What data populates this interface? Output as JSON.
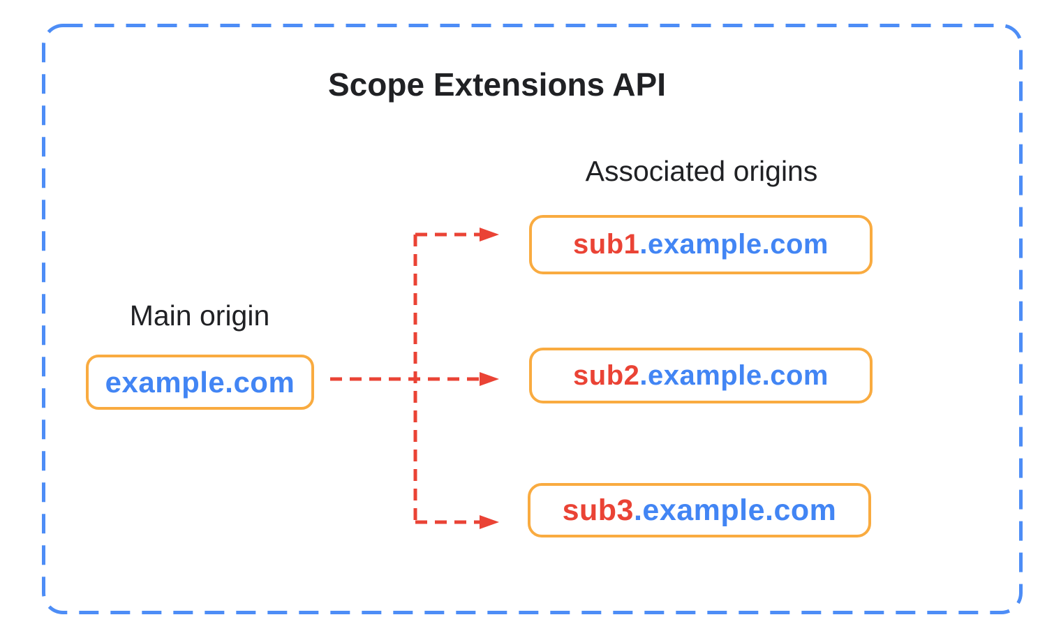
{
  "title": "Scope Extensions API",
  "main_origin": {
    "label": "Main origin",
    "domain": "example.com"
  },
  "associated_origins": {
    "label": "Associated origins",
    "items": [
      {
        "sub": "sub1",
        "rest": ".example.com"
      },
      {
        "sub": "sub2",
        "rest": ".example.com"
      },
      {
        "sub": "sub3",
        "rest": ".example.com"
      }
    ]
  },
  "connections": [
    {
      "from": "example.com",
      "to": "sub1.example.com"
    },
    {
      "from": "example.com",
      "to": "sub2.example.com"
    },
    {
      "from": "example.com",
      "to": "sub3.example.com"
    }
  ],
  "colors": {
    "outer_border_blue": "#4D8DF6",
    "box_border_orange": "#F9AB40",
    "domain_blue": "#4285F4",
    "subdomain_red": "#EA4335",
    "arrow_red": "#EA4335",
    "text_black": "#202124",
    "background": "#FFFFFF"
  }
}
